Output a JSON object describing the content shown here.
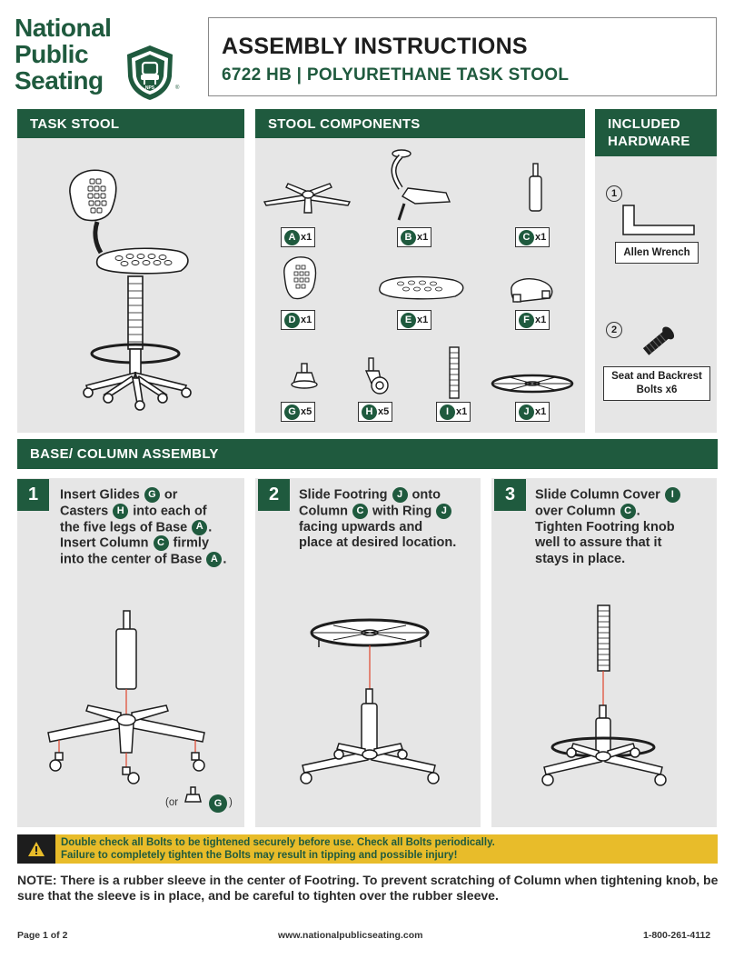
{
  "brand": {
    "name_lines": [
      "National",
      "Public",
      "Seating"
    ],
    "seal_text": "NPS",
    "registered_mark": "®"
  },
  "header": {
    "title": "ASSEMBLY INSTRUCTIONS",
    "subtitle": "6722 HB | POLYURETHANE TASK STOOL"
  },
  "sections": {
    "task_stool": "TASK STOOL",
    "components": "STOOL COMPONENTS",
    "hardware_line1": "INCLUDED",
    "hardware_line2": "HARDWARE",
    "assembly": "BASE/ COLUMN ASSEMBLY"
  },
  "components": [
    {
      "letter": "A",
      "qty": "x1"
    },
    {
      "letter": "B",
      "qty": "x1"
    },
    {
      "letter": "C",
      "qty": "x1"
    },
    {
      "letter": "D",
      "qty": "x1"
    },
    {
      "letter": "E",
      "qty": "x1"
    },
    {
      "letter": "F",
      "qty": "x1"
    },
    {
      "letter": "G",
      "qty": "x5"
    },
    {
      "letter": "H",
      "qty": "x5"
    },
    {
      "letter": "I",
      "qty": "x1"
    },
    {
      "letter": "J",
      "qty": "x1"
    }
  ],
  "hardware": [
    {
      "number": "1",
      "label": "Allen Wrench"
    },
    {
      "number": "2",
      "label_line1": "Seat and Backrest",
      "label_line2": "Bolts x6"
    }
  ],
  "steps": [
    {
      "number": "1",
      "lines": [
        [
          "Insert Glides ",
          "G",
          " or"
        ],
        [
          "Casters ",
          "H",
          " into each of"
        ],
        [
          "the five legs of Base ",
          "A",
          "."
        ],
        [
          "Insert Column ",
          "C",
          " firmly"
        ],
        [
          "into the center of Base ",
          "A",
          "."
        ]
      ],
      "alt_prefix": "(or",
      "alt_letter": "G",
      "alt_suffix": ")"
    },
    {
      "number": "2",
      "lines": [
        [
          "Slide Footring ",
          "J",
          " onto"
        ],
        [
          "Column ",
          "C",
          " with Ring ",
          "J"
        ],
        [
          "facing upwards and"
        ],
        [
          "place at desired location."
        ]
      ]
    },
    {
      "number": "3",
      "lines": [
        [
          "Slide Column Cover ",
          "I"
        ],
        [
          "over Column ",
          "C",
          "."
        ],
        [
          "Tighten Footring knob"
        ],
        [
          "well to assure that it"
        ],
        [
          "stays in place."
        ]
      ]
    }
  ],
  "warning": {
    "icon": "warning-triangle-icon",
    "line1": "Double check all Bolts to be tightened securely before use. Check all Bolts periodically.",
    "line2": "Failure to completely tighten the Bolts may result in tipping and possible injury!"
  },
  "note": "NOTE: There is a rubber sleeve in the center of Footring. To prevent scratching of Column when tightening knob, be sure that the sleeve is in place, and be careful to tighten over the rubber sleeve.",
  "footer": {
    "page": "Page 1 of 2",
    "website": "www.nationalpublicseating.com",
    "phone": "1-800-261-4112"
  },
  "colors": {
    "brand_green": "#1f5a3e",
    "panel_gray": "#e6e6e6",
    "warning_yellow": "#e8bc2a",
    "accent_red": "#e0442c"
  }
}
